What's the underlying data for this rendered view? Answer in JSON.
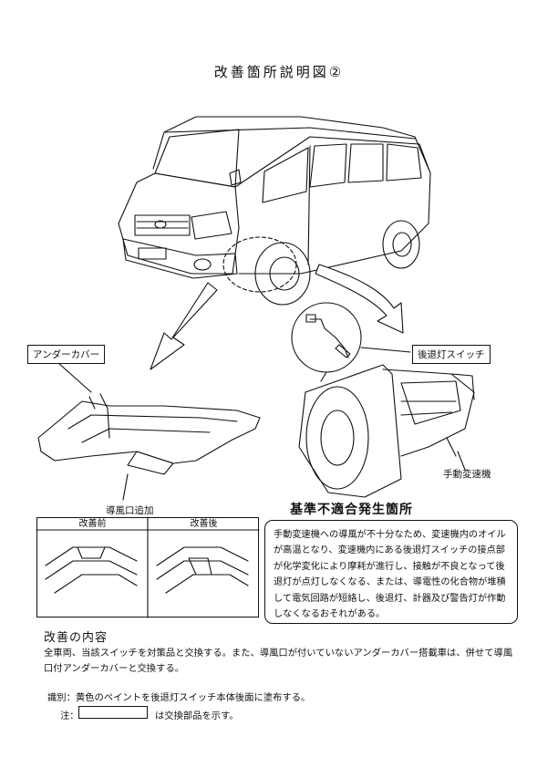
{
  "title": "改善箇所説明図②",
  "labels": {
    "under_cover": "アンダーカバー",
    "reverse_lamp_switch": "後退灯スイッチ",
    "manual_transmission": "手動変速機",
    "vent_added": "導風口追加"
  },
  "comparison": {
    "before": "改善前",
    "after": "改善後"
  },
  "nonconformity": {
    "heading": "基準不適合発生箇所",
    "text": "手動変速機への導風が不十分なため、変速機内のオイルが高温となり、変速機内にある後退灯スイッチの接点部が化学変化により摩耗が進行し、接触が不良となって後退灯が点灯しなくなる、または、導電性の化合物が堆積して電気回路が短絡し、後退灯、計器及び警告灯が作動しなくなるおそれがある。"
  },
  "improvement": {
    "heading": "改善の内容",
    "text": "全車両、当該スイッチを対策品と交換する。また、導風口が付いていないアンダーカバー搭載車は、併せて導風口付アンダーカバーと交換する。"
  },
  "identification": "識別：黄色のペイントを後退灯スイッチ本体後面に塗布する。",
  "note": {
    "label": "注：",
    "text": "は交換部品を示す。"
  }
}
